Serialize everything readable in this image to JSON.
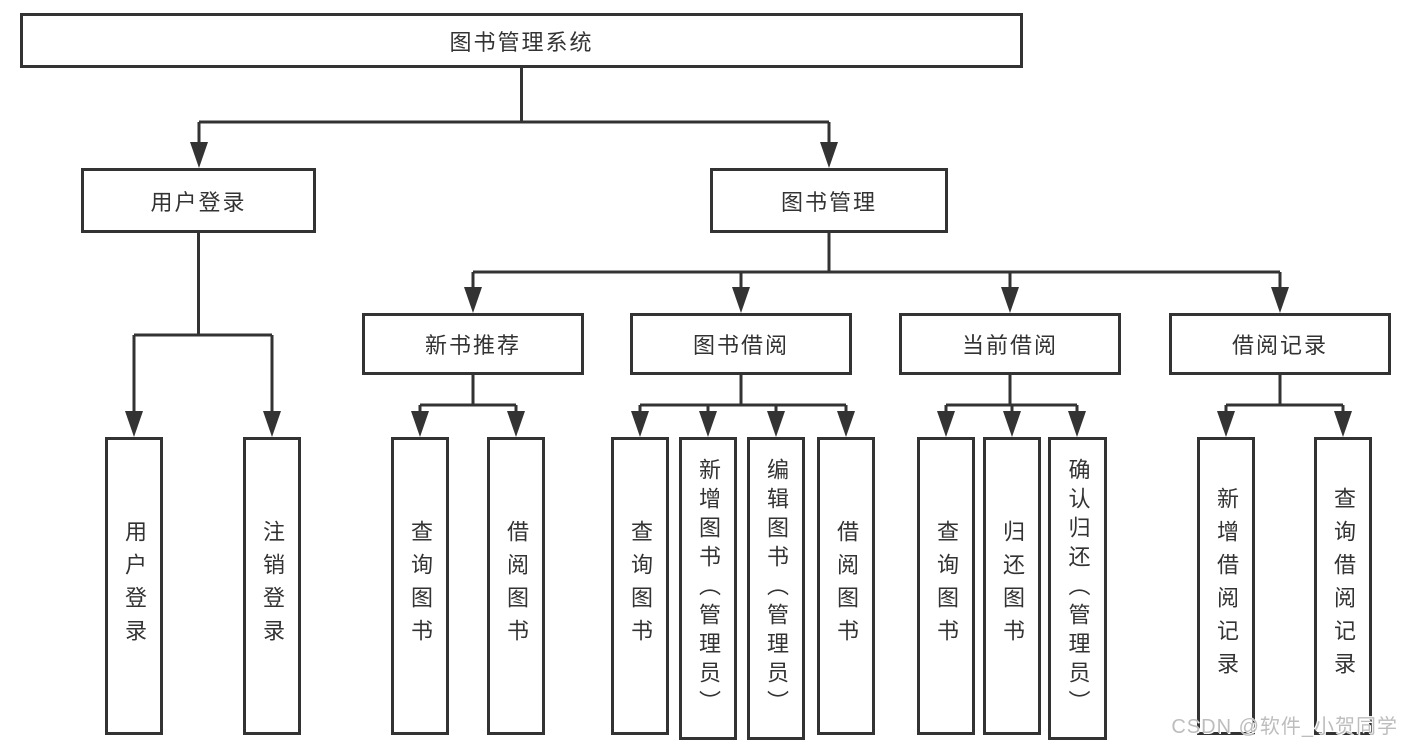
{
  "tree": {
    "root": {
      "label": "图书管理系统",
      "children": [
        {
          "label": "用户登录",
          "children": [
            {
              "label": "用户登录"
            },
            {
              "label": "注销登录"
            }
          ]
        },
        {
          "label": "图书管理",
          "children": [
            {
              "label": "新书推荐",
              "children": [
                {
                  "label": "查询图书"
                },
                {
                  "label": "借阅图书"
                }
              ]
            },
            {
              "label": "图书借阅",
              "children": [
                {
                  "label": "查询图书"
                },
                {
                  "label": "新增图书（管理员）"
                },
                {
                  "label": "编辑图书（管理员）"
                },
                {
                  "label": "借阅图书"
                }
              ]
            },
            {
              "label": "当前借阅",
              "children": [
                {
                  "label": "查询图书"
                },
                {
                  "label": "归还图书"
                },
                {
                  "label": "确认归还（管理员）"
                }
              ]
            },
            {
              "label": "借阅记录",
              "children": [
                {
                  "label": "新增借阅记录"
                },
                {
                  "label": "查询借阅记录"
                }
              ]
            }
          ]
        }
      ]
    }
  },
  "watermark": {
    "text": "CSDN @软件_小贺同学"
  },
  "colors": {
    "line": "#333333",
    "box_border": "#333333",
    "text": "#333333",
    "background": "#ffffff",
    "watermark": "#bdbdbd"
  }
}
